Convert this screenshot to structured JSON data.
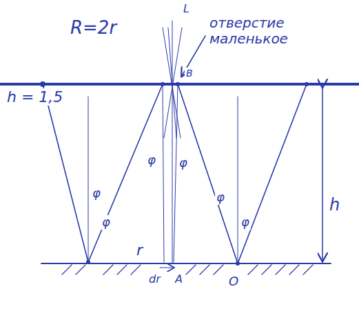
{
  "diagram": {
    "labels": [
      "R=2r",
      "отверстие маленькое",
      "B",
      "h = 1,5",
      "h",
      "φ",
      "φ",
      "φ",
      "φ",
      "φ",
      "φ",
      "r",
      "dr",
      "A",
      "O",
      "L"
    ]
  }
}
